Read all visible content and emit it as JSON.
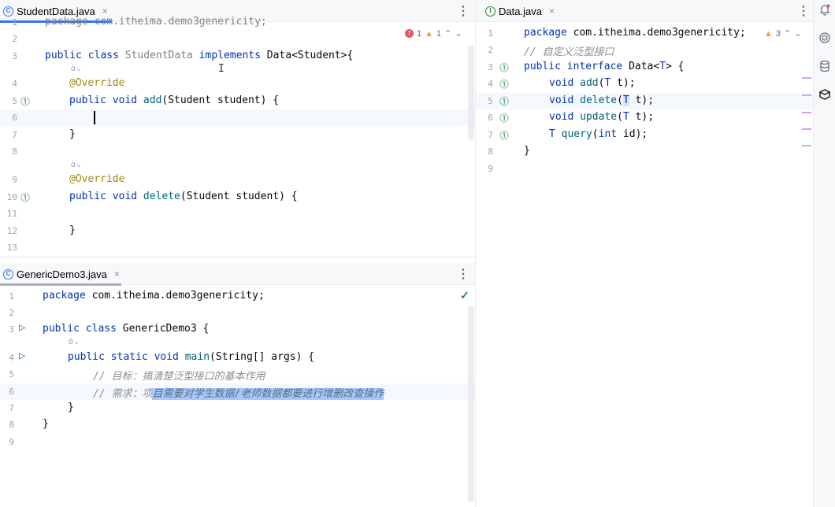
{
  "top_left": {
    "tab": "StudentData.java",
    "inspections": {
      "errors": "1",
      "warnings": "1"
    },
    "lines": {
      "n1": "1",
      "n2": "2",
      "n3": "3",
      "n4": "4",
      "n5": "5",
      "n6": "6",
      "n7": "7",
      "n8": "8",
      "n9": "9",
      "n10": "10",
      "n11": "11",
      "n12": "12",
      "n13": "13",
      "l1": "package com.itheima.demo3genericity;",
      "l3a": "public class ",
      "l3b": "StudentData ",
      "l3c": "implements ",
      "l3d": "Data<Student>{",
      "l4": "@Override",
      "l5a": "public void ",
      "l5b": "add",
      "l5c": "(Student student) {",
      "l7": "}",
      "l9": "@Override",
      "l10a": "public void ",
      "l10b": "delete",
      "l10c": "(Student student) {",
      "l12": "}"
    }
  },
  "bottom_left": {
    "tab": "GenericDemo3.java",
    "lines": {
      "n1": "1",
      "n2": "2",
      "n3": "3",
      "n4": "4",
      "n5": "5",
      "n6": "6",
      "n7": "7",
      "n8": "8",
      "n9": "9",
      "l1a": "package ",
      "l1b": "com.itheima.demo3genericity;",
      "l3a": "public class ",
      "l3b": "GenericDemo3 {",
      "l4a": "public static void ",
      "l4b": "main",
      "l4c": "(String[] args) {",
      "l5": "// 目标：搞清楚泛型接口的基本作用",
      "l6a": "// 需求：项",
      "l6b": "目需要对学生数据/老师数据都要进行增删改查操作",
      "l7": "}",
      "l8": "}"
    }
  },
  "right": {
    "tab": "Data.java",
    "inspections": {
      "warnings": "3"
    },
    "lines": {
      "n1": "1",
      "n2": "2",
      "n3": "3",
      "n4": "4",
      "n5": "5",
      "n6": "6",
      "n7": "7",
      "n8": "8",
      "n9": "9",
      "l1a": "package ",
      "l1b": "com.itheima.demo3genericity;",
      "l2": "// 自定义泛型接口",
      "l3a": "public interface ",
      "l3b": "Data<",
      "l3c": "T",
      "l3d": "> {",
      "l4a": "void ",
      "l4b": "add",
      "l4c": "(",
      "l4d": "T",
      "l4e": " t);",
      "l5a": "void ",
      "l5b": "delete",
      "l5c": "(",
      "l5d": "T",
      "l5e": " t);",
      "l6a": "void ",
      "l6b": "update",
      "l6c": "(",
      "l6d": "T",
      "l6e": " t);",
      "l7a": "T",
      "l7b": " ",
      "l7c": "query",
      "l7d": "(",
      "l7e": "int",
      "l7f": " id);",
      "l8": "}"
    }
  },
  "icons": {
    "close": "×",
    "kebab": "⋮",
    "run": "▷",
    "impl": "⓵",
    "check": "✓",
    "chev_up": "⌃",
    "chev_down": "⌄"
  },
  "colors": {
    "accent": "#3574f0",
    "keyword": "#0033b3",
    "annotation": "#9e880d",
    "comment": "#8c8c8c",
    "selection": "#a6c8fc"
  }
}
